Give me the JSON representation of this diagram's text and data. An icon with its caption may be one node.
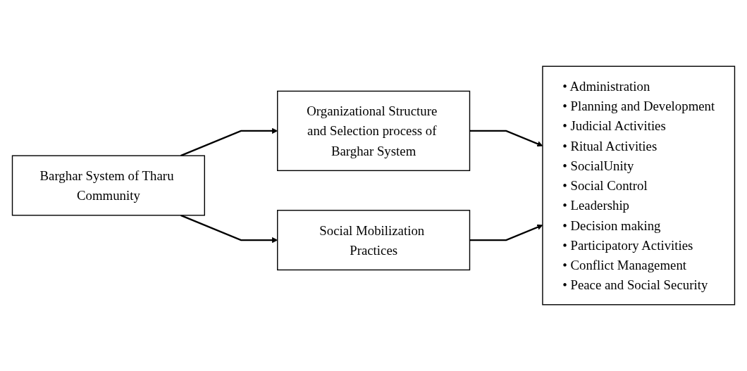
{
  "diagram": {
    "nodes": [
      {
        "text": [
          "Barghar System of Tharu Community"
        ]
      },
      {
        "text": [
          "Organizational Structure and Selection process of Barghar System"
        ]
      },
      {
        "text": [
          "Social Mobilization Practices"
        ]
      },
      {
        "text": [
          "• Administration",
          "• Planning and Development",
          "• Judicial Activities",
          "• Ritual Activities",
          "• SocialUnity",
          "• Social Control",
          "• Leadership",
          "• Decision making",
          "• Participatory Activities",
          "• Conflict Management",
          "• Peace and Social Security"
        ]
      }
    ],
    "edges": [
      {
        "from": 0,
        "to": 1,
        "arrow": "to"
      },
      {
        "from": 0,
        "to": 2,
        "arrow": "to"
      },
      {
        "from": 1,
        "to": 3,
        "arrow": "to"
      },
      {
        "from": 2,
        "to": 3,
        "arrow": "to"
      }
    ]
  }
}
